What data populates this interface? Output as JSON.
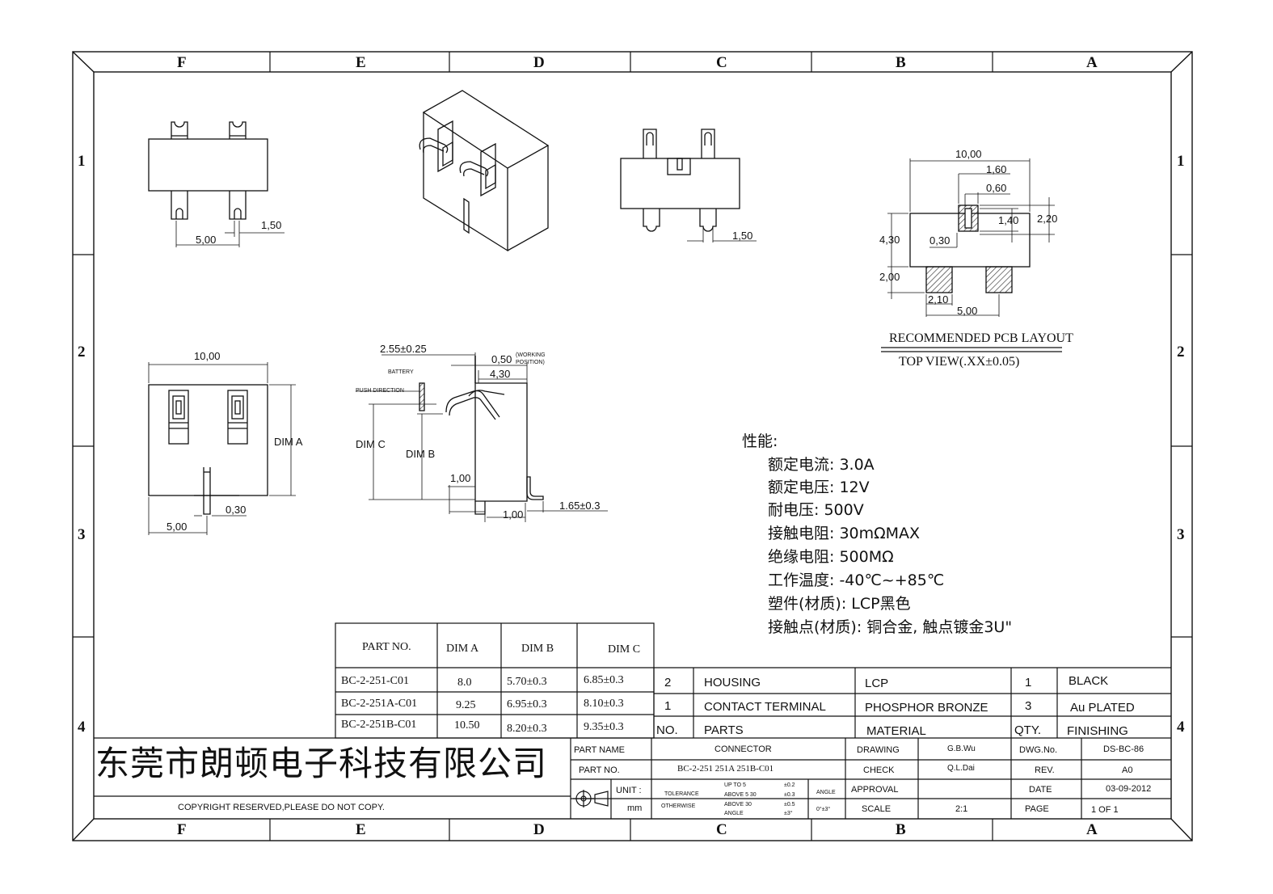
{
  "zones": {
    "columns": [
      "F",
      "E",
      "D",
      "C",
      "B",
      "A"
    ],
    "rows": [
      "1",
      "2",
      "3",
      "4"
    ]
  },
  "views": {
    "front_top": {
      "dim_pitch": "5,00",
      "dim_pin": "1,50"
    },
    "side_top": {
      "dim_pin": "1,50"
    },
    "pcb": {
      "dims": {
        "width": "10,00",
        "d160": "1,60",
        "d060": "0,60",
        "d140": "1,40",
        "d220": "2,20",
        "d430": "4,30",
        "d030": "0,30",
        "d200": "2,00",
        "d210": "2,10",
        "d500": "5,00"
      },
      "title1": "RECOMMENDED PCB LAYOUT",
      "title2": "TOP VIEW(.XX±0.05)"
    },
    "front": {
      "width": "10,00",
      "dim_a": "DIM A",
      "dim_pin": "0,30",
      "dim_pitch": "5,00"
    },
    "side": {
      "d255": "2.55±0.25",
      "d050": "0,50",
      "working1": "(WORKING",
      "working2": "POSITION)",
      "d430": "4,30",
      "battery": "BATTERY",
      "push": "PUSH DIRECTION",
      "dim_c": "DIM C",
      "dim_b": "DIM B",
      "d100a": "1,00",
      "d100b": "1,00",
      "d165": "1.65±0.3"
    }
  },
  "specs": {
    "title": "性能:",
    "lines": [
      "额定电流: 3.0A",
      "额定电压: 12V",
      "耐电压: 500V",
      "接触电阻: 30mΩMAX",
      "绝缘电阻: 500MΩ",
      "工作温度: -40℃~+85℃",
      "塑件(材质): LCP黑色",
      "接触点(材质): 铜合金, 触点镀金3U\""
    ]
  },
  "dim_table": {
    "headers": [
      "PART NO.",
      "DIM A",
      "DIM B",
      "DIM C"
    ],
    "rows": [
      [
        "BC-2-251-C01",
        "8.0",
        "5.70±0.3",
        "6.85±0.3"
      ],
      [
        "BC-2-251A-C01",
        "9.25",
        "6.95±0.3",
        "8.10±0.3"
      ],
      [
        "BC-2-251B-C01",
        "10.50",
        "8.20±0.3",
        "9.35±0.3"
      ]
    ]
  },
  "bom": {
    "rows": [
      [
        "2",
        "HOUSING",
        "LCP",
        "1",
        "BLACK"
      ],
      [
        "1",
        "CONTACT TERMINAL",
        "PHOSPHOR BRONZE",
        "3",
        "Au PLATED"
      ]
    ],
    "header": [
      "NO.",
      "PARTS",
      "MATERIAL",
      "QTY.",
      "FINISHING"
    ]
  },
  "title_block": {
    "company": "东莞市朗顿电子科技有限公司",
    "copyright": "COPYRIGHT RESERVED,PLEASE DO NOT COPY.",
    "part_name_label": "PART NAME",
    "part_name": "CONNECTOR",
    "part_no_label": "PART NO.",
    "part_no": "BC-2-251 251A 251B-C01",
    "unit_label": "UNIT :",
    "unit": "mm",
    "tolerance": "TOLERANCE",
    "otherwise": "OTHERWISE",
    "up_to_5": "UP TO 5",
    "up_to_5_val": "±0.2",
    "above_5_30": "ABOVE 5 30",
    "above_5_30_val": "±0.3",
    "above_30": "ABOVE 30",
    "above_30_val": "±0.5",
    "angle": "ANGLE",
    "angle_val": "±3°",
    "angle2": "ANGLE",
    "angle2_val": "0°±3°",
    "drawing_label": "DRAWING",
    "drawing": "G.B.Wu",
    "check_label": "CHECK",
    "check": "Q.L.Dai",
    "approval_label": "APPROVAL",
    "scale_label": "SCALE",
    "scale": "2:1",
    "dwg_label": "DWG.No.",
    "dwg": "DS-BC-86",
    "rev_label": "REV.",
    "rev": "A0",
    "date_label": "DATE",
    "date": "03-09-2012",
    "page_label": "PAGE",
    "page": "1 OF 1"
  },
  "colors": {
    "line": "#111111",
    "paper": "#ffffff",
    "hatch": "#222222"
  }
}
